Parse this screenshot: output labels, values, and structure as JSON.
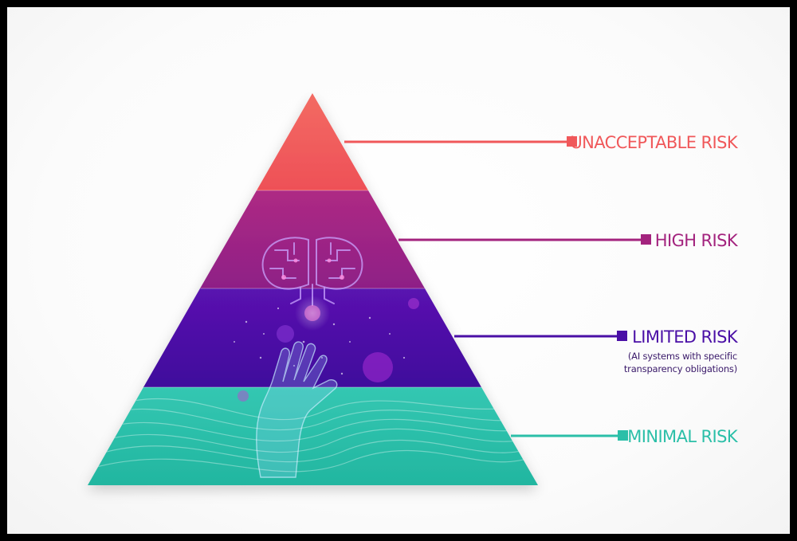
{
  "tiers": [
    {
      "label": "UNACCEPTABLE RISK",
      "note": "",
      "color": "#f0585a"
    },
    {
      "label": "HIGH RISK",
      "note": "",
      "color": "#a3237e"
    },
    {
      "label": "LIMITED RISK",
      "note_lines": [
        "(AI systems with specific",
        "transparency obligations)"
      ],
      "color": "#4a0fa6"
    },
    {
      "label": "MINIMAL RISK",
      "note": "",
      "color": "#2bbfa8"
    }
  ],
  "illustration": {
    "brain_icon": "brain-circuit-icon",
    "hand_icon": "open-hand-icon"
  }
}
